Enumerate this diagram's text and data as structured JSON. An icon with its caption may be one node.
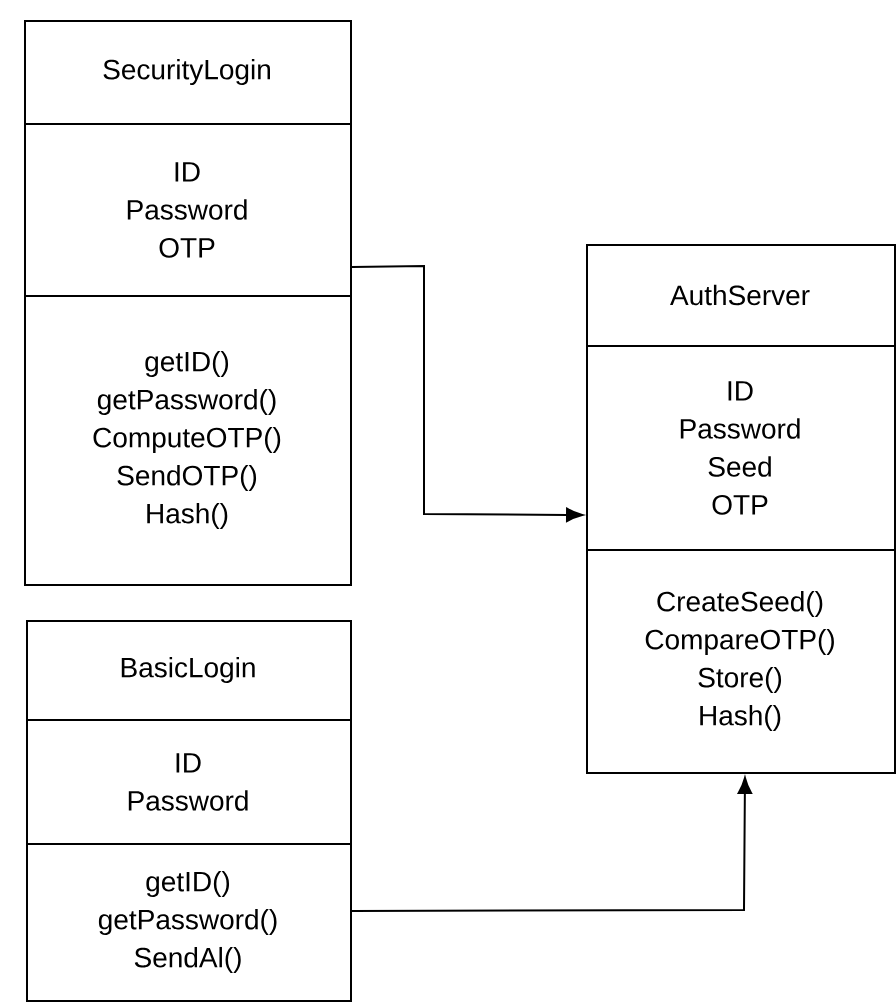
{
  "diagram": {
    "nodes": [
      {
        "text": [
          "SecurityLogin",
          "ID Password OTP",
          "getID() getPassword() ComputeOTP() SendOTP() Hash()"
        ]
      },
      {
        "text": [
          "AuthServer",
          "ID Password Seed OTP",
          "CreateSeed() CompareOTP() Store() Hash()"
        ]
      },
      {
        "text": [
          "BasicLogin",
          "ID Password",
          "getID() getPassword() SendAl()"
        ]
      }
    ],
    "edges": [
      {
        "from": 0,
        "to": 1,
        "arrow": "to"
      },
      {
        "from": 2,
        "to": 1,
        "arrow": "to"
      }
    ]
  }
}
